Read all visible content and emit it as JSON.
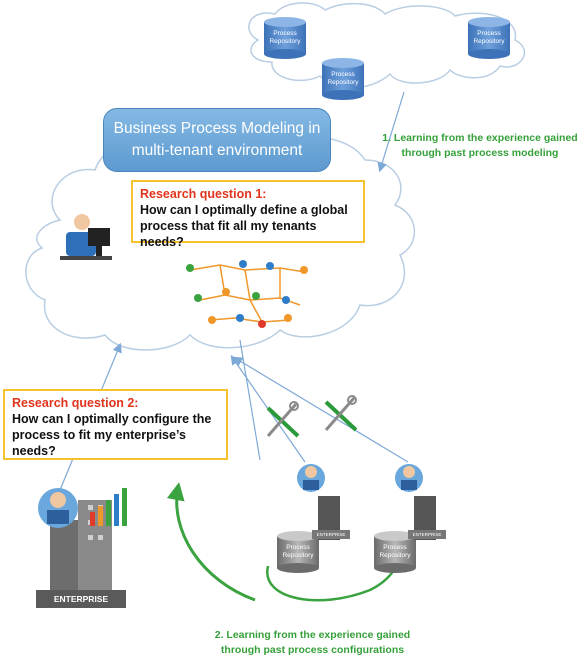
{
  "title": [
    "Business Process Modeling in",
    "multi-tenant environment"
  ],
  "rq1": {
    "heading": "Research question 1:",
    "line1": "How can I optimally define a global",
    "line2": "process that fit all my tenants needs?"
  },
  "rq2": {
    "heading": "Research question 2:",
    "line1": "How can I optimally configure the",
    "line2": "process to fit my enterprise’s needs?"
  },
  "note1": [
    "1. Learning from the experience gained",
    "through past process modeling"
  ],
  "note2": [
    "2. Learning from the experience gained",
    "through past process configurations"
  ],
  "repo_label": [
    "Process",
    "Repository"
  ],
  "enterprise_label": "ENTERPRISE",
  "colors": {
    "arrow_blue": "#7ea9d6",
    "arrow_green": "#3aa23f",
    "cloud_stroke": "#b9cde3",
    "rq_border": "#f5c22e",
    "rq_heading": "#e0341c"
  }
}
